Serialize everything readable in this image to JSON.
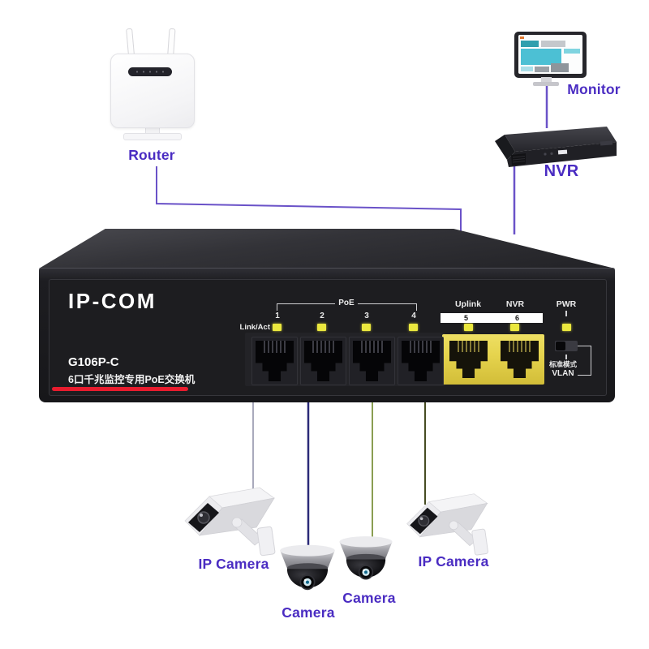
{
  "title": "PoE switch surveillance connection diagram",
  "colors": {
    "label_purple": "#4a2cc2",
    "line_purple": "#6a52c8",
    "line_gray": "#a9aabc",
    "line_navy": "#2b2a78",
    "line_olive": "#8a9e52",
    "line_darkolive": "#464c22",
    "port_yellow": "#e6d44e",
    "led_yellow": "#ebe83e",
    "brand_red": "#e81c2e"
  },
  "router": {
    "label": "Router"
  },
  "monitor": {
    "label": "Monitor"
  },
  "nvr": {
    "label": "NVR"
  },
  "switch": {
    "brand": "IP-COM",
    "model": "G106P-C",
    "subtitle": "6口千兆监控专用PoE交换机",
    "panel": {
      "poe_group": "PoE",
      "link_act": "Link/Act",
      "port_numbers": [
        "1",
        "2",
        "3",
        "4"
      ],
      "uplink": "Uplink",
      "nvr": "NVR",
      "port5": "5",
      "port6": "6",
      "pwr": "PWR",
      "mode_standard": "标准模式",
      "mode_vlan": "VLAN"
    }
  },
  "cameras": [
    {
      "label": "IP Camera",
      "type": "bullet"
    },
    {
      "label": "Camera",
      "type": "dome"
    },
    {
      "label": "Camera",
      "type": "dome"
    },
    {
      "label": "IP Camera",
      "type": "bullet"
    }
  ]
}
